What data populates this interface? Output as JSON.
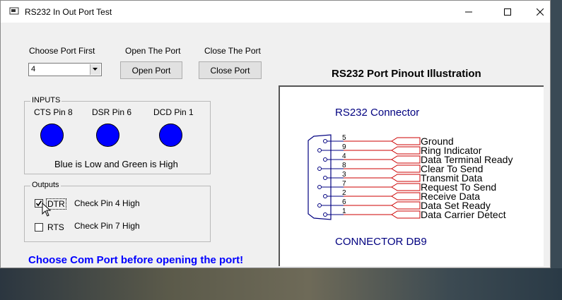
{
  "window": {
    "title": "RS232 In Out Port Test"
  },
  "port": {
    "choose_label": "Choose Port First",
    "selected": "4",
    "open_label": "Open The Port",
    "open_button": "Open Port",
    "close_label": "Close The Port",
    "close_button": "Close Port"
  },
  "inputs": {
    "title": "INPUTS",
    "leds": [
      {
        "label": "CTS Pin 8",
        "color": "#0000ff"
      },
      {
        "label": "DSR Pin 6",
        "color": "#0000ff"
      },
      {
        "label": "DCD Pin 1",
        "color": "#0000ff"
      }
    ],
    "legend": "Blue is Low and Green is High"
  },
  "outputs": {
    "title": "Outputs",
    "items": [
      {
        "name": "DTR",
        "checked": true,
        "desc": "Check Pin 4 High"
      },
      {
        "name": "RTS",
        "checked": false,
        "desc": "Check Pin 7 High"
      }
    ]
  },
  "warning": "Choose Com Port before opening the port!",
  "illustration": {
    "title": "RS232 Port Pinout Illustration",
    "connector_label": "RS232 Connector",
    "footer_label": "CONNECTOR DB9",
    "pins": [
      {
        "num": "5",
        "signal": "Ground"
      },
      {
        "num": "9",
        "signal": "Ring Indicator"
      },
      {
        "num": "4",
        "signal": "Data Terminal Ready"
      },
      {
        "num": "8",
        "signal": "Clear To Send"
      },
      {
        "num": "3",
        "signal": "Transmit Data"
      },
      {
        "num": "7",
        "signal": "Request To Send"
      },
      {
        "num": "2",
        "signal": "Receive Data"
      },
      {
        "num": "6",
        "signal": "Data Set Ready"
      },
      {
        "num": "1",
        "signal": "Data Carrier Detect"
      }
    ]
  },
  "colors": {
    "led_low": "#0000ff",
    "warning": "#0000ff",
    "wire": "#cc0000",
    "diagram_blue": "#000080"
  }
}
